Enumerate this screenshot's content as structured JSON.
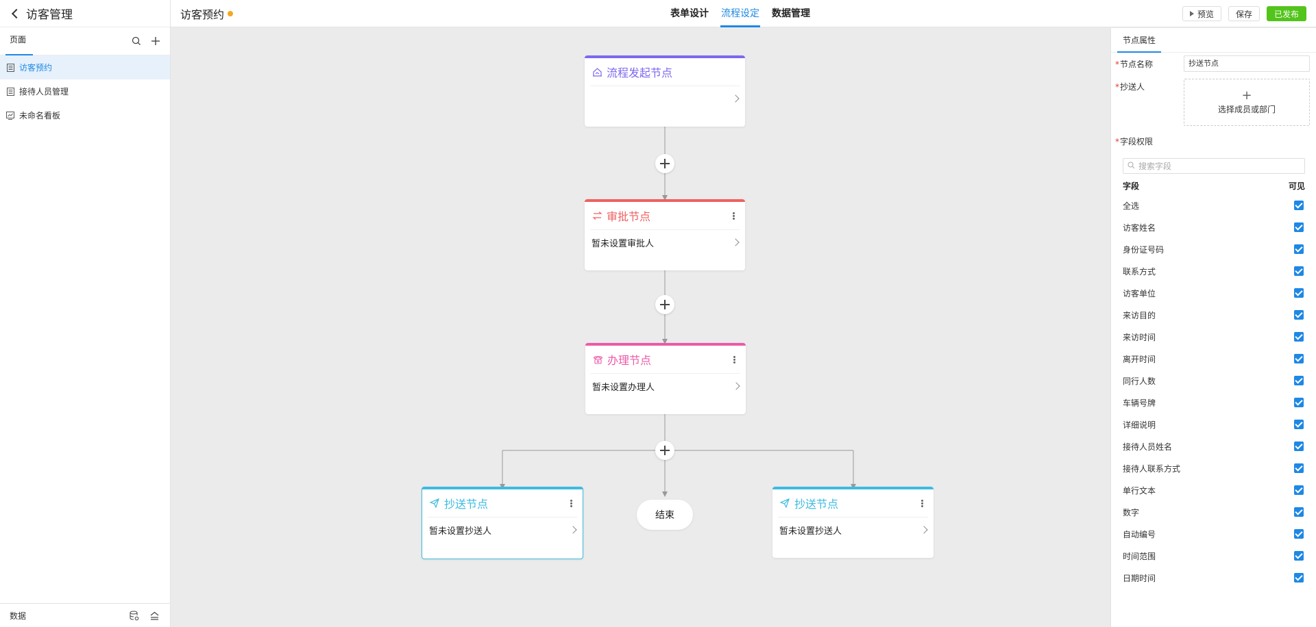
{
  "app": {
    "back_title": "访客管理"
  },
  "sidebar": {
    "tab_label": "页面",
    "items": [
      {
        "label": "访客预约",
        "active": true
      },
      {
        "label": "接待人员管理",
        "active": false
      },
      {
        "label": "未命名看板",
        "active": false
      }
    ],
    "footer_label": "数据"
  },
  "topbar": {
    "doc_title": "访客预约",
    "tabs": [
      {
        "label": "表单设计"
      },
      {
        "label": "流程设定"
      },
      {
        "label": "数据管理"
      }
    ],
    "active_tab": "流程设定",
    "preview_label": "预览",
    "save_label": "保存",
    "publish_label": "已发布"
  },
  "flow": {
    "start_node": {
      "title": "流程发起节点",
      "body": ""
    },
    "approve_node": {
      "title": "审批节点",
      "body": "暂未设置审批人"
    },
    "handle_node": {
      "title": "办理节点",
      "body": "暂未设置办理人"
    },
    "cc_left": {
      "title": "抄送节点",
      "body": "暂未设置抄送人"
    },
    "cc_right": {
      "title": "抄送节点",
      "body": "暂未设置抄送人"
    },
    "end_label": "结束"
  },
  "panel": {
    "tab_label": "节点属性",
    "name_label": "节点名称",
    "name_value": "抄送节点",
    "cc_label": "抄送人",
    "picker_label": "选择成员或部门",
    "perm_label": "字段权限",
    "search_placeholder": "搜索字段",
    "col_field": "字段",
    "col_visible": "可见",
    "fields": [
      {
        "label": "全选",
        "checked": true
      },
      {
        "label": "访客姓名",
        "checked": true
      },
      {
        "label": "身份证号码",
        "checked": true
      },
      {
        "label": "联系方式",
        "checked": true
      },
      {
        "label": "访客单位",
        "checked": true
      },
      {
        "label": "来访目的",
        "checked": true
      },
      {
        "label": "来访时间",
        "checked": true
      },
      {
        "label": "离开时间",
        "checked": true
      },
      {
        "label": "同行人数",
        "checked": true
      },
      {
        "label": "车辆号牌",
        "checked": true
      },
      {
        "label": "详细说明",
        "checked": true
      },
      {
        "label": "接待人员姓名",
        "checked": true
      },
      {
        "label": "接待人联系方式",
        "checked": true
      },
      {
        "label": "单行文本",
        "checked": true
      },
      {
        "label": "数字",
        "checked": true
      },
      {
        "label": "自动编号",
        "checked": true
      },
      {
        "label": "时间范围",
        "checked": true
      },
      {
        "label": "日期时间",
        "checked": true
      }
    ]
  }
}
